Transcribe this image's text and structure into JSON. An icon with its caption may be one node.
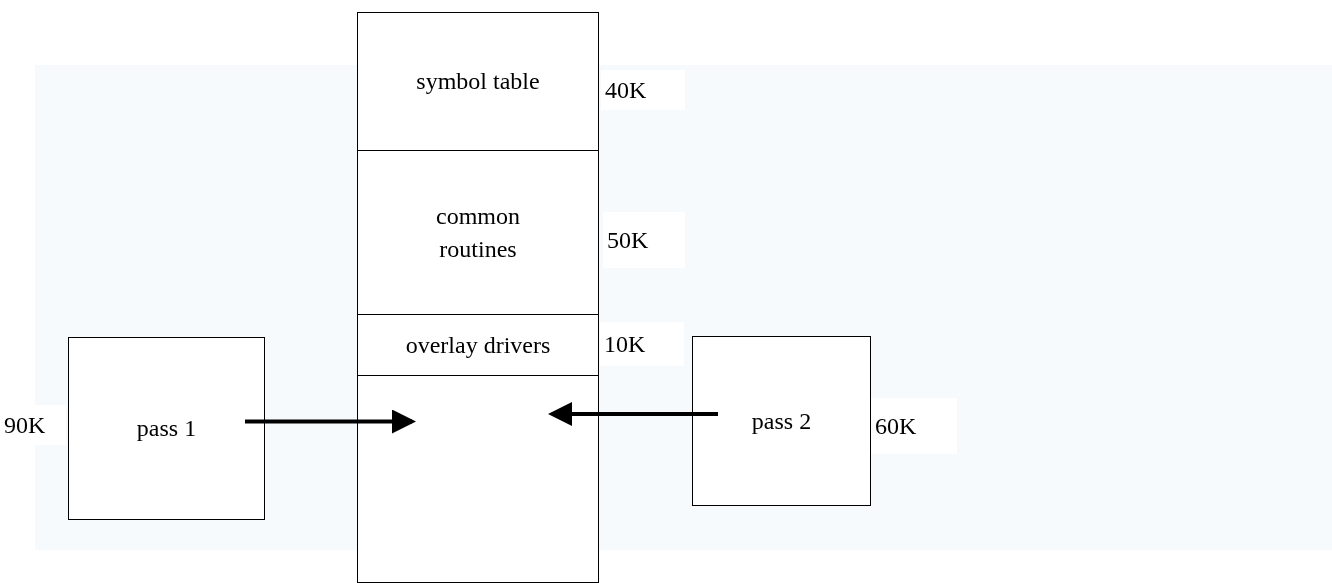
{
  "diagram": {
    "nodes": [
      {
        "text": [
          "symbol table"
        ],
        "beside": [
          "40K"
        ]
      },
      {
        "text": [
          "common routines"
        ],
        "beside": [
          "50K"
        ]
      },
      {
        "text": [
          "overlay drivers"
        ],
        "beside": [
          "10K"
        ]
      },
      {
        "text": [],
        "shape": "box"
      },
      {
        "text": [
          "pass 1"
        ],
        "beside": [
          "90K"
        ]
      },
      {
        "text": [
          "pass 2"
        ],
        "beside": [
          "60K"
        ]
      }
    ],
    "edges": [
      {
        "from": 4,
        "to": 3,
        "arrow": "to"
      },
      {
        "from": 5,
        "to": 3,
        "arrow": "to"
      }
    ]
  }
}
